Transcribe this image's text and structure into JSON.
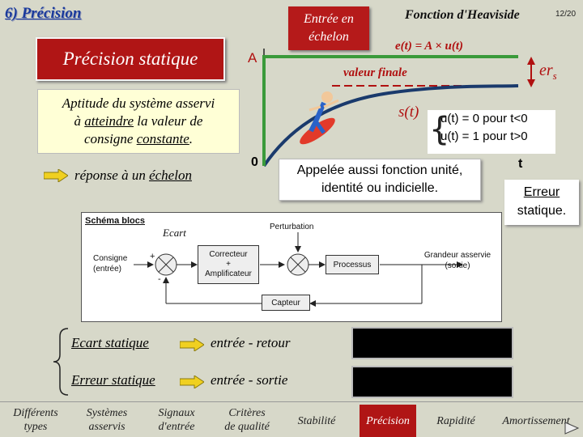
{
  "slide": {
    "title": "6) Précision",
    "page": "12/20"
  },
  "static_box": {
    "label": "Précision statique"
  },
  "entree_box": {
    "line1": "Entrée en",
    "line2": "échelon"
  },
  "heaviside": {
    "title": "Fonction d'Heaviside",
    "equation": "e(t) = A × u(t)",
    "final_value": "valeur finale",
    "er_label": "er",
    "er_sub": "s",
    "axis_A": "A",
    "axis_zero": "0",
    "axis_t": "t",
    "st_label": "s(t)",
    "cases": [
      "u(t) = 0 pour t<0",
      "u(t) = 1 pour t>0"
    ]
  },
  "aptitude": {
    "line1": "Aptitude du système asservi",
    "line2a": "à ",
    "line2u": "atteindre",
    "line2b": " la valeur de",
    "line3a": "consigne ",
    "line3u": "constante",
    "line3b": "."
  },
  "reponse": {
    "a": "réponse à un ",
    "u": "échelon"
  },
  "appelee": {
    "line1": "Appelée aussi fonction unité,",
    "line2": "identité ou indicielle."
  },
  "erreur": {
    "line1": "Erreur",
    "line2": "statique."
  },
  "schema": {
    "title": "Schéma blocs",
    "ecart": "Ecart",
    "perturbation": "Perturbation",
    "consigne1": "Consigne",
    "consigne2": "(entrée)",
    "plus": "+",
    "minus": "-",
    "correcteur1": "Correcteur",
    "correcteur2": "+",
    "correcteur3": "Amplificateur",
    "processus": "Processus",
    "grandeur1": "Grandeur asservie",
    "grandeur2": "(sortie)",
    "capteur": "Capteur"
  },
  "rows": [
    {
      "left": "Ecart statique",
      "right": "entrée - retour"
    },
    {
      "left": "Erreur statique",
      "right": "entrée - sortie"
    }
  ],
  "nav": [
    {
      "l1": "Différents",
      "l2": "types"
    },
    {
      "l1": "Systèmes",
      "l2": "asservis"
    },
    {
      "l1": "Signaux",
      "l2": "d'entrée"
    },
    {
      "l1": "Critères",
      "l2": "de qualité"
    },
    {
      "l1": "Stabilité",
      "l2": ""
    },
    {
      "l1": "Précision",
      "l2": ""
    },
    {
      "l1": "Rapidité",
      "l2": ""
    },
    {
      "l1": "Amortissement",
      "l2": ""
    }
  ],
  "colors": {
    "accent": "#b01515",
    "curve": "#1a3a6c",
    "step": "#3a9a3a",
    "background": "#d7d8c9"
  }
}
